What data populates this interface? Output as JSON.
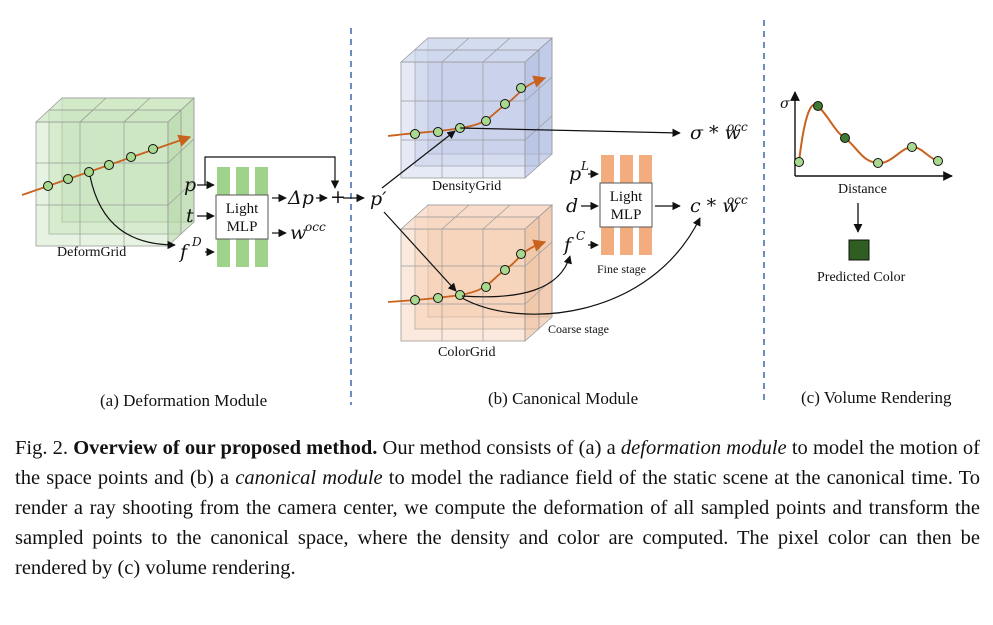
{
  "figure": {
    "modules": {
      "deform": {
        "panel_title": "(a) Deformation Module",
        "grid_label": "DeformGrid",
        "inputs": [
          "p",
          "t",
          "f",
          "D"
        ],
        "mlp_label_1": "Light",
        "mlp_label_2": "MLP",
        "outputs": [
          "Δp",
          "w",
          "occ"
        ],
        "plus": "+",
        "p_prime": "p′"
      },
      "canonical": {
        "panel_title": "(b) Canonical Module",
        "density_label": "DensityGrid",
        "color_label": "ColorGrid",
        "sigma_out": [
          "σ * w",
          "occ"
        ],
        "color_out": [
          "c * w",
          "occ"
        ],
        "mlp_inputs": [
          "p",
          "L",
          "d",
          "f",
          "C"
        ],
        "mlp_label_1": "Light",
        "mlp_label_2": "MLP",
        "fine_stage": "Fine stage",
        "coarse_stage": "Coarse stage"
      },
      "render": {
        "panel_title": "(c) Volume Rendering",
        "y_axis": "σ",
        "x_axis": "Distance",
        "result": "Predicted Color"
      }
    },
    "colors": {
      "deform_grid": "#b9dcac",
      "density_grid": "#b8c4e6",
      "color_grid": "#f4c7aa",
      "mlp_green": "#9fd38c",
      "mlp_orange": "#f2ac7e",
      "ray": "#c8621e",
      "point": "#a9d98e",
      "point_dark": "#3f7a33",
      "pred_color": "#2f5d22",
      "divider": "#4a6fb5"
    }
  },
  "caption": {
    "fig_label": "Fig. 2.",
    "bold_title": "Overview of our proposed method.",
    "part1": " Our method consists of (a) a ",
    "italic1": "deformation module",
    "part2": " to model the motion of the space points and (b) a ",
    "italic2": "canonical module",
    "part3": " to model the radiance field of the static scene at the canonical time. To render a ray shooting from the camera center, we compute the deformation of all sampled points and transform the sampled points to the canonical space, where the density and color are computed. The pixel color can then be rendered by (c) volume rendering."
  }
}
